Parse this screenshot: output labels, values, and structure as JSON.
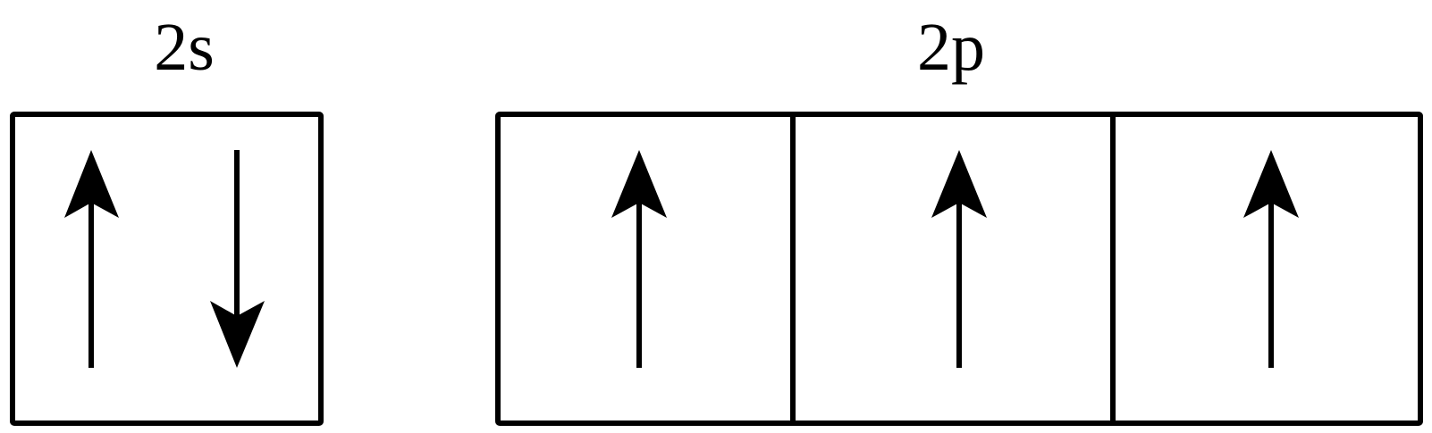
{
  "orbitals": [
    {
      "label": "2s",
      "electrons": [
        "up",
        "down"
      ]
    },
    {
      "label": "2p",
      "boxes": [
        {
          "electrons": [
            "up"
          ]
        },
        {
          "electrons": [
            "up"
          ]
        },
        {
          "electrons": [
            "up"
          ]
        }
      ]
    }
  ],
  "colors": {
    "line": "#000000",
    "background": "#ffffff"
  }
}
